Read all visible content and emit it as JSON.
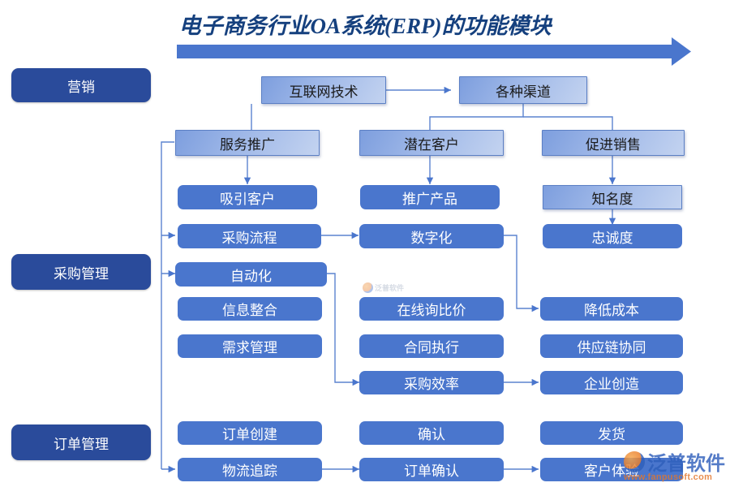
{
  "page": {
    "title": "电子商务行业OA系统(ERP)的功能模块",
    "background": "#ffffff"
  },
  "colors": {
    "navy": "#2a4b9b",
    "blue": "#4a76cd",
    "light_box": "#9fb8e8",
    "title_text": "#15407e",
    "connector": "#4a76cd",
    "banner_arrow": "#4a76cd"
  },
  "banner": {
    "name": "top-progress-arrow",
    "direction": "right"
  },
  "sidebar": {
    "items": [
      {
        "label": "营销"
      },
      {
        "label": "采购管理"
      },
      {
        "label": "订单管理"
      }
    ]
  },
  "nodes": {
    "source_row": [
      {
        "label": "互联网技术",
        "style": "light"
      },
      {
        "label": "各种渠道",
        "style": "light"
      }
    ],
    "channel_row": [
      {
        "label": "服务推广",
        "style": "light"
      },
      {
        "label": "潜在客户",
        "style": "light"
      },
      {
        "label": "促进销售",
        "style": "light"
      }
    ],
    "marketing_row": [
      {
        "label": "吸引客户",
        "style": "blue"
      },
      {
        "label": "推广产品",
        "style": "blue"
      },
      {
        "label": "知名度",
        "style": "light"
      }
    ],
    "process_row": [
      {
        "label": "采购流程",
        "style": "blue"
      },
      {
        "label": "数字化",
        "style": "blue"
      },
      {
        "label": "忠诚度",
        "style": "blue"
      }
    ],
    "automation_row": [
      {
        "label": "自动化",
        "style": "blue"
      }
    ],
    "purchase_left": [
      {
        "label": "信息整合",
        "style": "blue"
      },
      {
        "label": "需求管理",
        "style": "blue"
      }
    ],
    "purchase_mid": [
      {
        "label": "在线询比价",
        "style": "blue"
      },
      {
        "label": "合同执行",
        "style": "blue"
      },
      {
        "label": "采购效率",
        "style": "blue"
      }
    ],
    "purchase_right": [
      {
        "label": "降低成本",
        "style": "blue"
      },
      {
        "label": "供应链协同",
        "style": "blue"
      },
      {
        "label": "企业创造",
        "style": "blue"
      }
    ],
    "order_row1": [
      {
        "label": "订单创建",
        "style": "blue"
      },
      {
        "label": "确认",
        "style": "blue"
      },
      {
        "label": "发货",
        "style": "blue"
      }
    ],
    "order_row2": [
      {
        "label": "物流追踪",
        "style": "blue"
      },
      {
        "label": "订单确认",
        "style": "blue"
      },
      {
        "label": "客户体验",
        "style": "blue"
      }
    ]
  },
  "watermarks": {
    "center": {
      "text": "泛普软件"
    },
    "corner": {
      "name": "泛普软件",
      "url": "www.fanpusoft.com"
    }
  }
}
